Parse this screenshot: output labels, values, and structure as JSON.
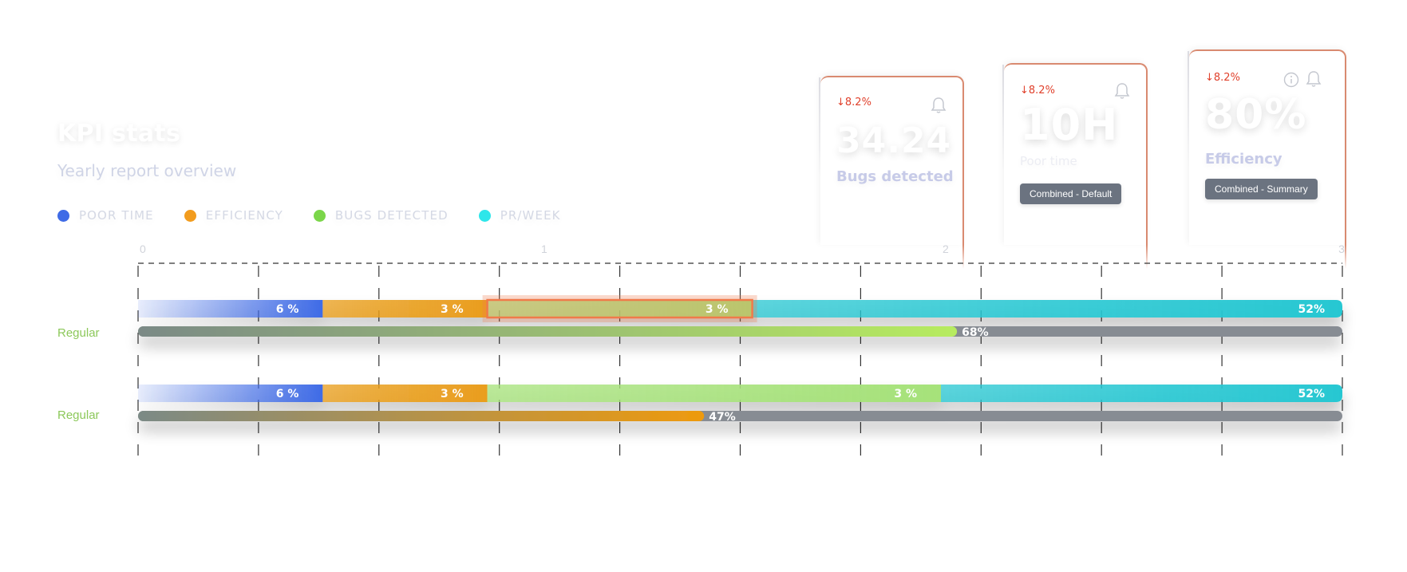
{
  "header": {
    "title": "KPI stats",
    "subtitle": "Yearly report overview"
  },
  "legend": [
    {
      "label": "POOR TIME",
      "color": "#3f6be6"
    },
    {
      "label": "EFFICIENCY",
      "color": "#f29c1e"
    },
    {
      "label": "BUGS DETECTED",
      "color": "#7bd64a"
    },
    {
      "label": "PR/WEEK",
      "color": "#2ee6ea"
    }
  ],
  "kpi_cards": [
    {
      "trend": "8.2%",
      "value": "34.24",
      "label": "Bugs detected",
      "tag": "",
      "icons": [
        "bell-icon"
      ]
    },
    {
      "trend": "8.2%",
      "value": "10H",
      "label": "Poor time",
      "tag": "Combined - Default",
      "icons": [
        "bell-icon"
      ]
    },
    {
      "trend": "8.2%",
      "value": "80%",
      "label": "Efficiency",
      "tag": "Combined - Summary",
      "icons": [
        "info-icon",
        "bell-icon"
      ]
    }
  ],
  "colors": {
    "trend_down": "#e0412c",
    "card_border": "#d98a70",
    "progress_track": "#878c93",
    "highlight": "#f27a4a"
  },
  "chart_data": {
    "type": "bar",
    "orientation": "horizontal",
    "stacked": true,
    "x_ticks": [
      "0",
      "1",
      "2",
      "3"
    ],
    "xlim": [
      0,
      3
    ],
    "grid": "dashed vertical",
    "rows": [
      {
        "label": "Regular",
        "segments": [
          {
            "series": "POOR TIME",
            "end": 0.46,
            "label": "6 %",
            "color": "#3f6be6"
          },
          {
            "series": "EFFICIENCY",
            "end": 0.87,
            "label": "3 %",
            "color": "#e99d1b"
          },
          {
            "series": "BUGS DETECTED",
            "end": 1.53,
            "label": "3 %",
            "color": "#a6e27a"
          },
          {
            "series": "PR/WEEK",
            "end": 3.0,
            "label": "52%",
            "color": "#26c7d2"
          }
        ],
        "progress": {
          "value": 0.68,
          "label": "68%",
          "color": "#b7ec60"
        },
        "highlight_segment": 2
      },
      {
        "label": "Regular",
        "segments": [
          {
            "series": "POOR TIME",
            "end": 0.46,
            "label": "6 %",
            "color": "#3f6be6"
          },
          {
            "series": "EFFICIENCY",
            "end": 0.87,
            "label": "3 %",
            "color": "#e99d1b"
          },
          {
            "series": "BUGS DETECTED",
            "end": 2.0,
            "label": "3 %",
            "color": "#a6e27a"
          },
          {
            "series": "PR/WEEK",
            "end": 3.0,
            "label": "52%",
            "color": "#26c7d2"
          }
        ],
        "progress": {
          "value": 0.47,
          "label": "47%",
          "color": "#ee9a0e"
        },
        "highlight_segment": null
      }
    ]
  }
}
